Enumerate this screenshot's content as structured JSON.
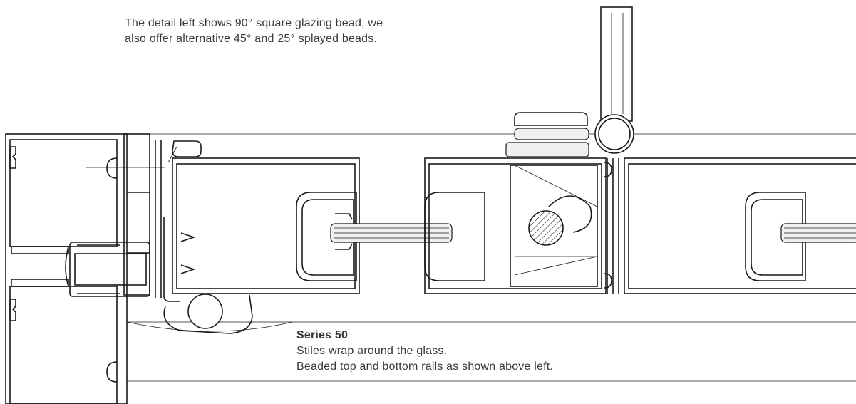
{
  "note": {
    "line1": "The detail left shows 90° square glazing bead, we",
    "line2": "also offer alternative 45° and 25° splayed beads."
  },
  "caption": {
    "title": "Series 50",
    "line1": "Stiles wrap around the glass.",
    "line2": "Beaded top and bottom rails as shown above left."
  }
}
